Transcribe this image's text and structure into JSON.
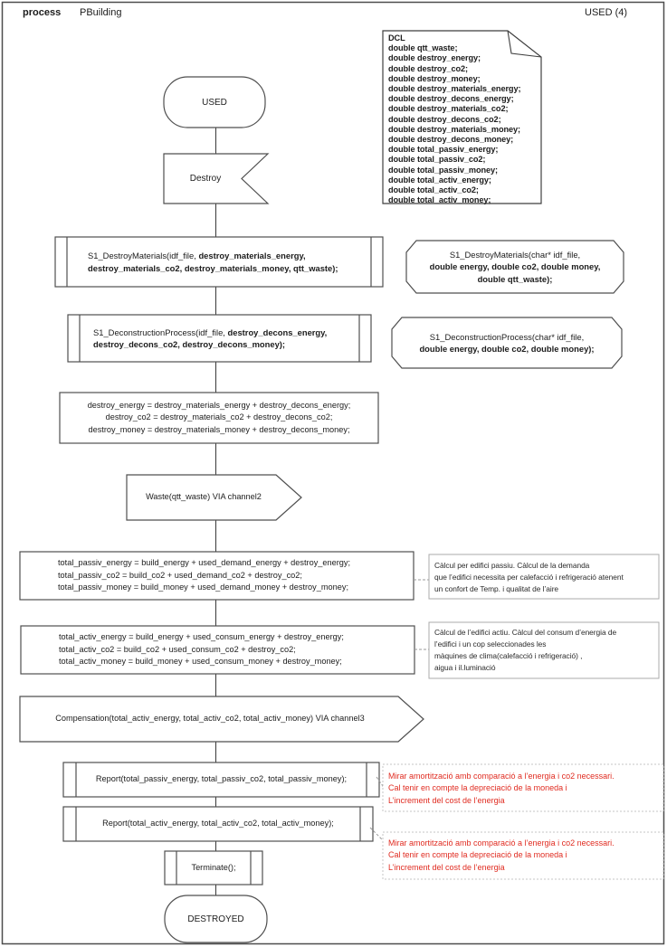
{
  "header": {
    "kind": "process",
    "name": "PBuilding",
    "page": "USED (4)"
  },
  "colors": {
    "shape_stroke": "#4f4f4f",
    "comment_border": "#ababab",
    "note_border": "#c4c4c4",
    "red_note_text": "#e02b20",
    "text": "#1c1c1c",
    "background": "#ffffff"
  },
  "dcl": {
    "title": "DCL",
    "lines": [
      "double qtt_waste;",
      "double destroy_energy;",
      "double destroy_co2;",
      "double destroy_money;",
      "double destroy_materials_energy;",
      "double destroy_decons_energy;",
      "double destroy_materials_co2;",
      "double destroy_decons_co2;",
      "double destroy_materials_money;",
      "double destroy_decons_money;",
      "double total_passiv_energy;",
      "double total_passiv_co2;",
      "double total_passiv_money;",
      "double total_activ_energy;",
      "double total_activ_co2;",
      "double total_activ_money;"
    ]
  },
  "flow": {
    "start_state": "USED",
    "input_signal": "Destroy",
    "proc_destroy_materials": {
      "l1n": "S1_DestroyMaterials(idf_file, ",
      "l1b": "destroy_materials_energy,",
      "l2b": "destroy_materials_co2, destroy_materials_money, qtt_waste);"
    },
    "decl_destroy_materials": {
      "l1": "S1_DestroyMaterials(char* idf_file,",
      "l2": "double energy, double co2, double money,",
      "l3": "double qtt_waste);"
    },
    "proc_deconstruction": {
      "l1n": "S1_DeconstructionProcess(idf_file, ",
      "l1b": "destroy_decons_energy,",
      "l2b": "destroy_decons_co2, destroy_decons_money);"
    },
    "decl_deconstruction": {
      "l1": "S1_DeconstructionProcess(char* idf_file,",
      "l2": "double energy, double co2, double money);"
    },
    "task_destroy": {
      "lines": [
        "destroy_energy = destroy_materials_energy + destroy_decons_energy;",
        "destroy_co2 = destroy_materials_co2 + destroy_decons_co2;",
        "destroy_money = destroy_materials_money + destroy_decons_money;"
      ]
    },
    "output_waste": "Waste(qtt_waste) VIA channel2",
    "task_passiv": {
      "lines": [
        "total_passiv_energy = build_energy + used_demand_energy + destroy_energy;",
        "total_passiv_co2 = build_co2 + used_demand_co2 + destroy_co2;",
        "total_passiv_money =  build_money + used_demand_money + destroy_money;"
      ]
    },
    "task_activ": {
      "lines": [
        "total_activ_energy = build_energy + used_consum_energy + destroy_energy;",
        "total_activ_co2 =  build_co2 + used_consum_co2 + destroy_co2;",
        "total_activ_money = build_money + used_consum_money + destroy_money;"
      ]
    },
    "output_compensation": "Compensation(total_activ_energy, total_activ_co2, total_activ_money) VIA channel3",
    "proc_report_passiv": "Report(total_passiv_energy, total_passiv_co2, total_passiv_money);",
    "proc_report_activ": "Report(total_activ_energy, total_activ_co2, total_activ_money);",
    "proc_terminate": "Terminate();",
    "end_state": "DESTROYED"
  },
  "comments": {
    "passiv": {
      "lines": [
        "Càlcul per edifici passiu. Càlcul de la demanda",
        "que l’edifici necessita per calefacció i refrigeració atenent",
        "un confort de Temp.  i qualitat de l’aire"
      ]
    },
    "activ": {
      "lines": [
        "Càlcul de l’edifici actiu. Càlcul del consum d’energia de",
        "l’edifici i un cop seleccionades les",
        "màquines de clima(calefacció i refrigeració) ,",
        "aigua i il.luminació"
      ]
    },
    "report_note": {
      "lines": [
        "Mirar amortització amb comparació a l’energia i co2 necessari.",
        "Cal tenir en compte la depreciació de la moneda i",
        "L’increment del cost de l’energia"
      ]
    }
  }
}
